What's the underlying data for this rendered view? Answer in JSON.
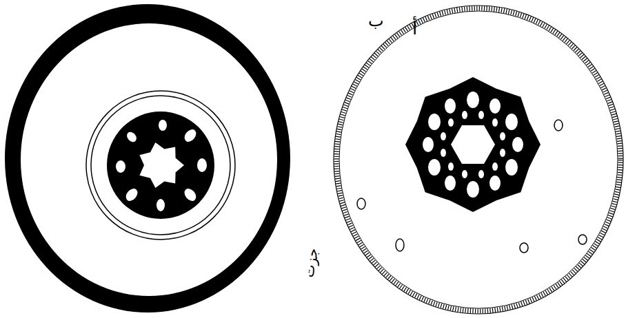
{
  "diagram": {
    "labels": [
      "ب",
      "أ",
      "جزت"
    ]
  }
}
